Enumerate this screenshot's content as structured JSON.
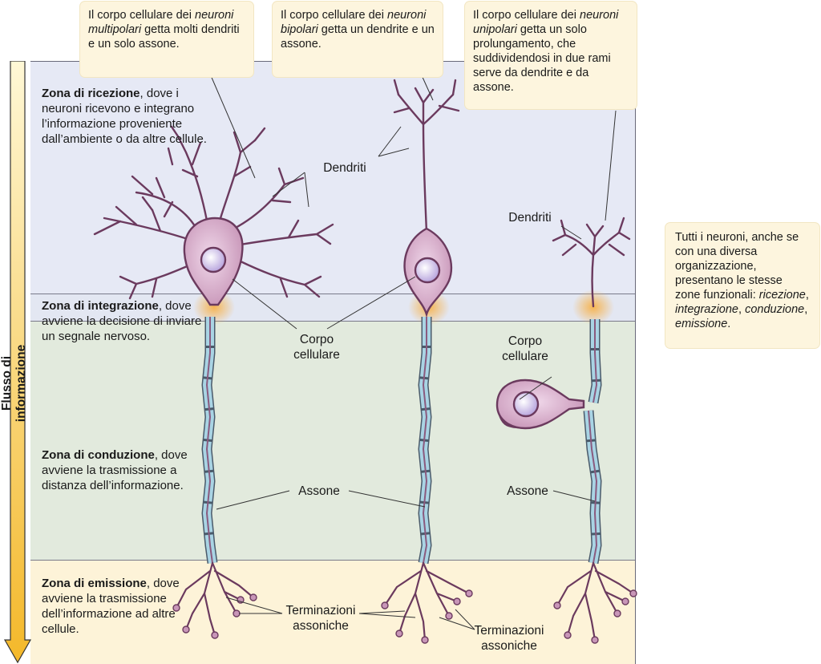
{
  "callouts": {
    "multipolar": {
      "pre": "Il corpo cellulare dei ",
      "em": "neuroni multipolari",
      "post": " getta molti dendriti e un solo assone."
    },
    "bipolar": {
      "pre": "Il corpo cellulare dei ",
      "em": "neuroni bipolari",
      "post": " getta un dendrite e un assone."
    },
    "unipolar": {
      "pre": "Il corpo cellulare dei ",
      "em": "neuroni unipolari",
      "post": " getta un solo prolungamento, che suddividendosi in due rami serve da dendrite e da assone."
    },
    "summary": {
      "pre": "Tutti i neuroni, anche se con una diversa organizzazione, presentano le stesse zone funzionali: ",
      "z1": "ricezione",
      "z2": "integrazione",
      "z3": "conduzione",
      "z4": "emissione",
      "sep": ", ",
      "end": "."
    }
  },
  "zones": {
    "reception": {
      "title": "Zona di ricezione",
      "text": ", dove i neuroni ricevono e integrano l’informazione proveniente dall’ambiente o da altre cellule."
    },
    "integration": {
      "title": "Zona di integrazione",
      "text": ", dove avviene la decisione di inviare un segnale nervoso."
    },
    "conduction": {
      "title": "Zona di conduzione",
      "text": ", dove avviene la trasmissione a distanza dell’informazione."
    },
    "emission": {
      "title": "Zona di emissione",
      "text": ", dove avviene la trasmissione dell’informazione ad altre cellule."
    }
  },
  "flow_label": "Flusso di informazione",
  "labels": {
    "dendriti_1": "Dendriti",
    "dendriti_2": "Dendriti",
    "corpo_1": "Corpo cellulare",
    "corpo_2": "Corpo cellulare",
    "assone_1": "Assone",
    "assone_2": "Assone",
    "term_1": "Terminazioni assoniche",
    "term_2": "Terminazioni assoniche"
  },
  "colors": {
    "cell_body": "#d6a8c8",
    "cell_outline": "#6b3a5e",
    "nucleus": "#c9b8e6",
    "myelin": "#a9d4e4",
    "glow": "#f7b24a",
    "arrow": "#f4b82a"
  }
}
